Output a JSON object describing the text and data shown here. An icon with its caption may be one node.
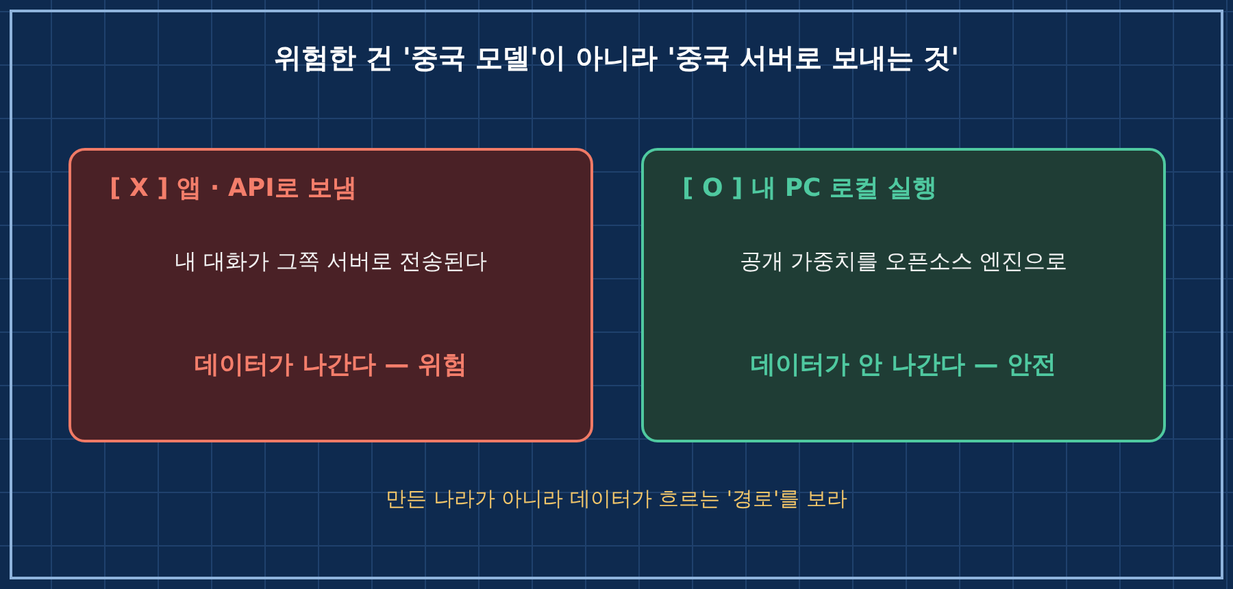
{
  "diagram": {
    "title": "위험한 건 '중국 모델'이 아니라 '중국 서버로 보내는 것'",
    "nodes": [
      {
        "text": [
          "[ X ] 앱 · API로 보냄",
          "내 대화가 그쪽 서버로 전송된다",
          "데이터가 나간다 — 위험"
        ]
      },
      {
        "text": [
          "[ O ] 내 PC 로컬 실행",
          "공개 가중치를 오픈소스 엔진으로",
          "데이터가 안 나간다 — 안전"
        ]
      }
    ],
    "edges": [],
    "caption": "만든 나라가 아니라 데이터가 흐르는 '경로'를 보라"
  }
}
